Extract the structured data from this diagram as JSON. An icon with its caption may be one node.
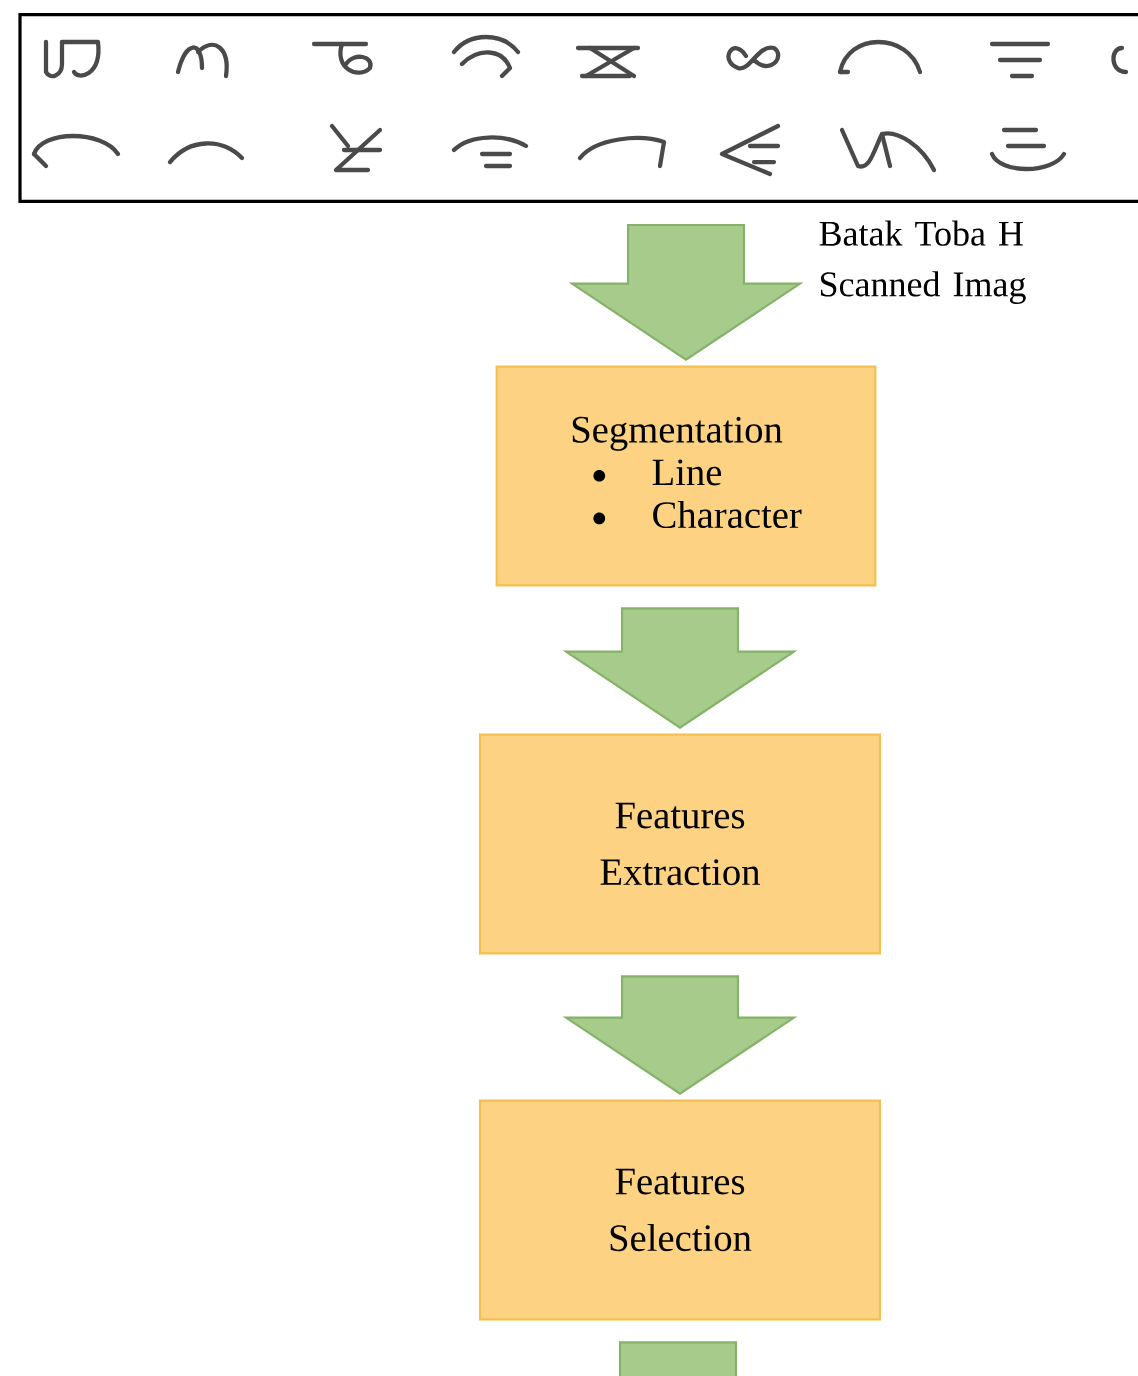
{
  "diagram": {
    "nodes": [
      {
        "text": [],
        "shape": "picture"
      },
      {
        "text": [
          "Segmentation",
          "Line",
          "Character"
        ]
      },
      {
        "text": [
          "Features Extraction"
        ]
      },
      {
        "text": [
          "Features Selection"
        ]
      }
    ],
    "edges": [
      {
        "from": 0,
        "to": 1,
        "arrow": "to"
      },
      {
        "from": 1,
        "to": 2,
        "arrow": "to"
      },
      {
        "from": 2,
        "to": 3,
        "arrow": "to"
      },
      {
        "from": 3,
        "to": null,
        "arrow": "to"
      }
    ],
    "labels": [
      "Batak Toba H Scanned Imag"
    ]
  }
}
